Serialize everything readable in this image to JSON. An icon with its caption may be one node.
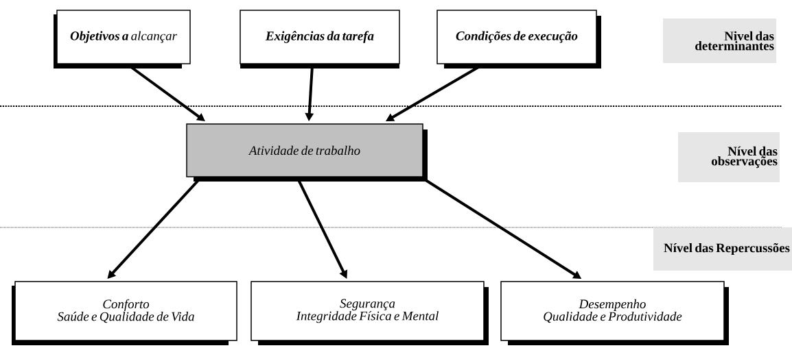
{
  "diagram": {
    "nodes": [
      {
        "text": [
          "**Objetivos a** alcançar"
        ]
      },
      {
        "text": [
          "Exigências da tarefa"
        ]
      },
      {
        "text": [
          "Condições de execução"
        ]
      },
      {
        "text": [
          "Atividade de trabalho"
        ]
      },
      {
        "text": [
          "Conforto",
          "Saúde e Qualidade de Vida"
        ]
      },
      {
        "text": [
          "Segurança",
          "Integridade Física e Mental"
        ]
      },
      {
        "text": [
          "Desempenho",
          "Qualidade e Produtividade"
        ]
      },
      {
        "text": [
          "Nivel das determinantes"
        ]
      },
      {
        "text": [
          "Nível das observações"
        ]
      },
      {
        "text": [
          "Nível das Repercussões"
        ]
      }
    ],
    "edges": [
      {
        "from": 0,
        "to": 3,
        "arrow": "to"
      },
      {
        "from": 1,
        "to": 3,
        "arrow": "to"
      },
      {
        "from": 2,
        "to": 3,
        "arrow": "to"
      },
      {
        "from": 3,
        "to": 4,
        "arrow": "to"
      },
      {
        "from": 3,
        "to": 5,
        "arrow": "to"
      },
      {
        "from": 3,
        "to": 6,
        "arrow": "to"
      }
    ]
  }
}
